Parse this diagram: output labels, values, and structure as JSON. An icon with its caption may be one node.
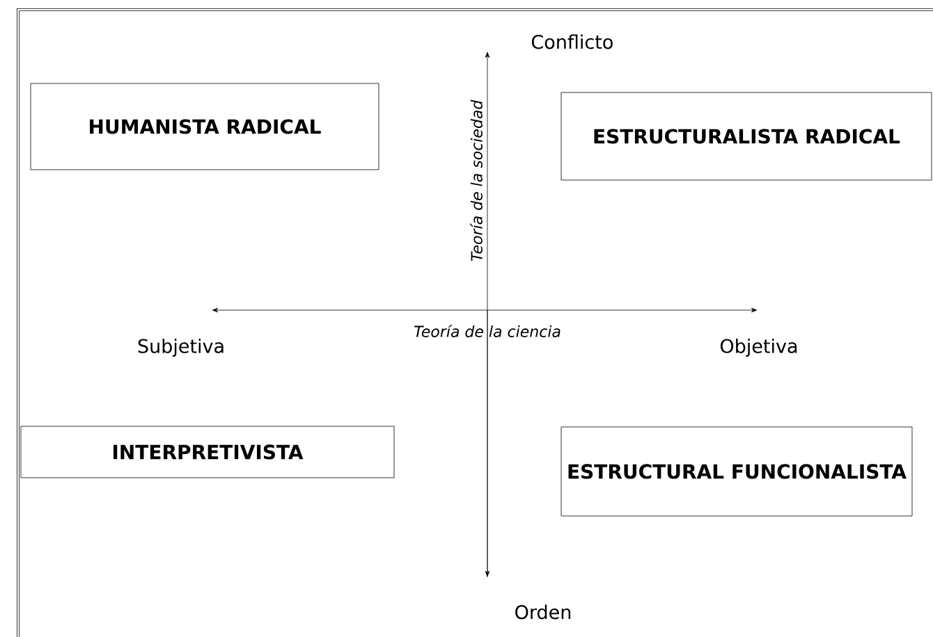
{
  "diagram": {
    "nodes": [
      {
        "text": [
          "HUMANISTA RADICAL"
        ]
      },
      {
        "text": [
          "ESTRUCTURALISTA RADICAL"
        ]
      },
      {
        "text": [
          "INTERPRETIVISTA"
        ]
      },
      {
        "text": [
          "ESTRUCTURAL FUNCIONALISTA"
        ]
      }
    ],
    "labels": [
      "Conflicto",
      "Teoría de la sociedad",
      "Subjetiva",
      "Teoría de la ciencia",
      "Objetiva",
      "Orden"
    ]
  }
}
